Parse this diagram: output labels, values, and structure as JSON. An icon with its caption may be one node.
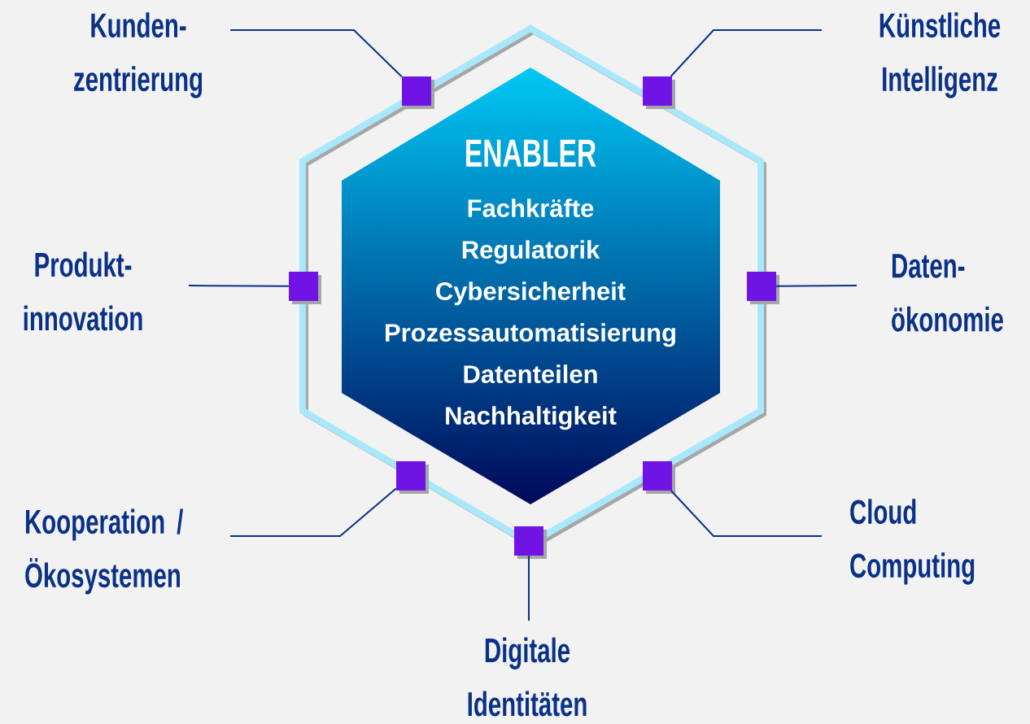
{
  "diagram": {
    "nodes": [
      {
        "text": [
          "ENABLER",
          "Fachkräfte",
          "Regulatorik",
          "Cybersicherheit",
          "Prozessautomatisierung",
          "Datenteilen",
          "Nachhaltigkeit"
        ]
      },
      {
        "text": [
          "Kunden- zentrierung"
        ]
      },
      {
        "text": [
          "Künstliche Intelligenz"
        ]
      },
      {
        "text": [
          "Produkt- innovation"
        ]
      },
      {
        "text": [
          "Daten- ökonomie"
        ]
      },
      {
        "text": [
          "Kooperation / Ökosystemen"
        ]
      },
      {
        "text": [
          "Cloud Computing"
        ]
      },
      {
        "text": [
          "Digitale Identitäten"
        ]
      },
      {
        "text": [],
        "shape": "box"
      },
      {
        "text": [],
        "shape": "box"
      },
      {
        "text": [],
        "shape": "box"
      },
      {
        "text": [],
        "shape": "box"
      },
      {
        "text": [],
        "shape": "box"
      },
      {
        "text": [],
        "shape": "box"
      },
      {
        "text": [],
        "shape": "box"
      }
    ],
    "edges": [
      {
        "from": 1,
        "to": 8,
        "arrow": "none"
      },
      {
        "from": 2,
        "to": 9,
        "arrow": "none"
      },
      {
        "from": 3,
        "to": 10,
        "arrow": "none"
      },
      {
        "from": 4,
        "to": 11,
        "arrow": "none"
      },
      {
        "from": 5,
        "to": 12,
        "arrow": "none"
      },
      {
        "from": 6,
        "to": 13,
        "arrow": "none"
      },
      {
        "from": 7,
        "to": 14,
        "arrow": "none"
      }
    ]
  }
}
